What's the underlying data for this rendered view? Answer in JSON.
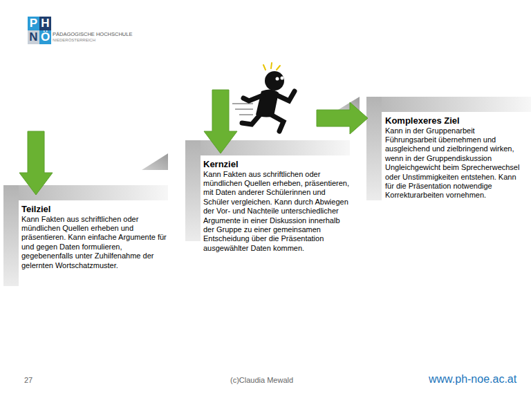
{
  "diagram": {
    "nodes": [
      {
        "text": [
          "Teilziel",
          "Kann Fakten aus schriftlichen oder mündlichen Quellen erheben und präsentieren. Kann einfache Argumente für und gegen Daten formulieren, gegebenenfalls unter Zuhilfenahme der gelernten Wortschatzmuster."
        ]
      },
      {
        "text": [
          "Kernziel",
          "Kann Fakten aus schriftlichen oder mündlichen Quellen erheben, präsentieren, mit Daten anderer Schülerinnen und Schüler vergleichen. Kann durch Abwiegen der Vor- und Nachteile unterschiedlicher Argumente in einer Diskussion innerhalb der Gruppe zu einer gemeinsamen Entscheidung über die Präsentation ausgewählter Daten kommen."
        ]
      },
      {
        "text": [
          "Komplexeres Ziel",
          "Kann in der Gruppenarbeit Führungsarbeit übernehmen und ausgleichend und zielbringend wirken, wenn in der Gruppendiskussion Ungleichgewicht beim Sprecherwechsel oder Unstimmigkeiten entstehen. Kann für die Präsentation notwendige Korrekturarbeiten vornehmen."
        ]
      }
    ],
    "labels": [
      "P",
      "H",
      "N",
      "Ö",
      "PÄDAGOGISCHE HOCHSCHULE",
      "NIEDERÖSTERREICH",
      "27",
      "(c)Claudia Mewald",
      "www.ph-noe.ac.at"
    ]
  }
}
